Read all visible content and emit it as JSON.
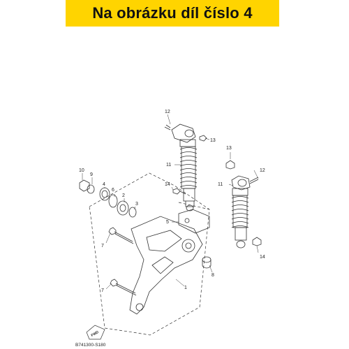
{
  "banner": {
    "title": "Na obrázku díl číslo 4",
    "color": "#ffd400"
  },
  "diagram": {
    "callouts": [
      "12",
      "13",
      "11",
      "13",
      "12",
      "11",
      "10",
      "9",
      "4",
      "6",
      "2",
      "3",
      "14",
      "5",
      "7",
      "8",
      "1",
      "7",
      "14"
    ],
    "fwd_label": "FWD",
    "drawing_code": "B741300-S180"
  }
}
